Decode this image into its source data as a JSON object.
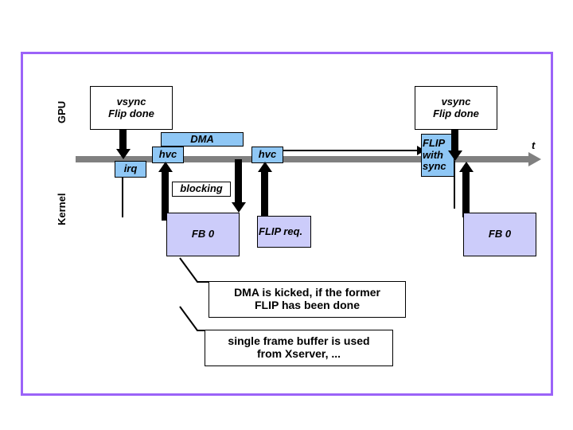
{
  "diagram": {
    "title": "GPU / Kernel vsync flip timing diagram",
    "frame_color": "#9B63F8",
    "timeline_color": "#808080",
    "blue_color": "#8FC7F5",
    "lavender_color": "#CCCCFA",
    "lanes": {
      "upper_label": "GPU",
      "lower_label": "Kernel"
    },
    "time_axis_label": "t",
    "events": {
      "vsync_left": "vsync\nFlip done",
      "vsync_left_line1": "vsync",
      "vsync_left_line2": "Flip done",
      "vsync_right_line1": "vsync",
      "vsync_right_line2": "Flip done",
      "irq": "irq",
      "hvc_first": "hvc",
      "hvc_second": "hvc",
      "dma": "DMA",
      "blocking": "blocking",
      "flip_with_sync_line1": "FLIP",
      "flip_with_sync_line2": "with",
      "flip_with_sync_line3": "sync",
      "flip_request": "FLIP req.",
      "fb_left": "FB 0",
      "fb_right": "FB 0"
    },
    "annotations": [
      {
        "line1": "DMA is kicked, if the former",
        "line2": "FLIP has been done"
      },
      {
        "line1": "single frame buffer is used",
        "line2": "from Xserver, ..."
      }
    ]
  }
}
